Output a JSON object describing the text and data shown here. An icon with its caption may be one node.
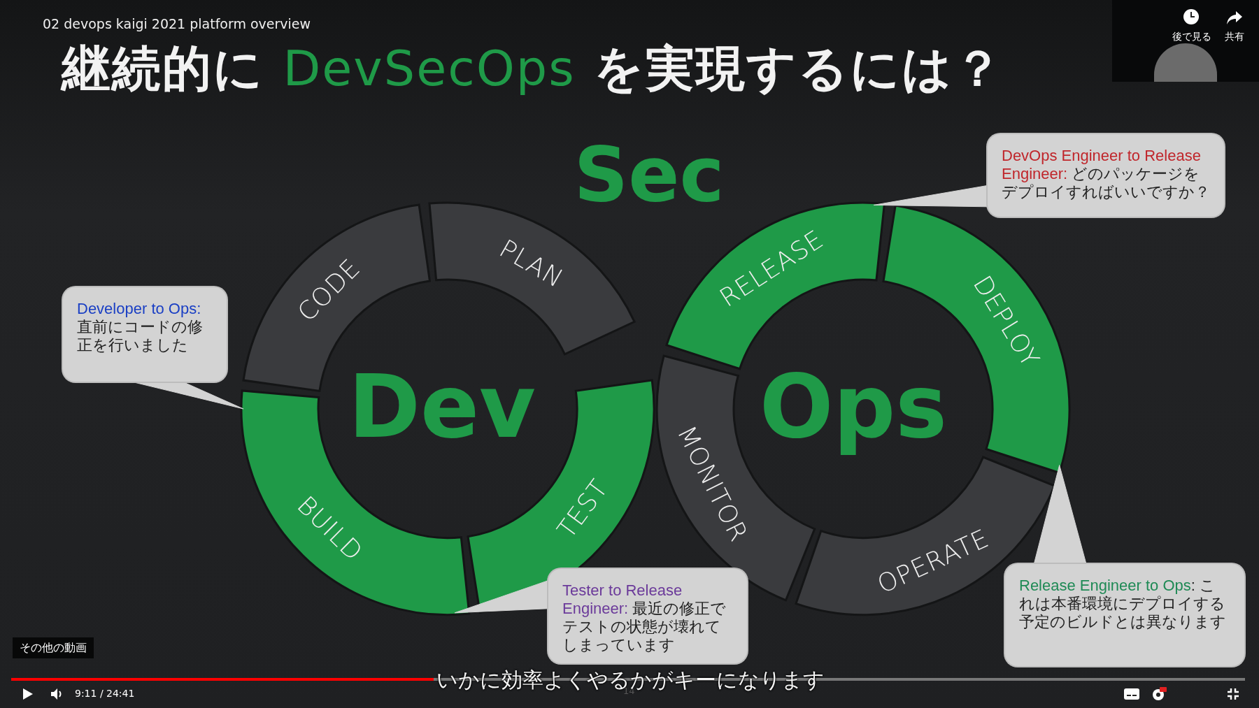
{
  "diagram": {
    "title": "継続的に **DevSecOps** を実現するには？",
    "nodes": [
      {
        "text": [
          "CODE"
        ]
      },
      {
        "text": [
          "PLAN"
        ]
      },
      {
        "text": [
          "RELEASE"
        ]
      },
      {
        "text": [
          "DEPLOY"
        ]
      },
      {
        "text": [
          "BUILD"
        ]
      },
      {
        "text": [
          "TEST"
        ]
      },
      {
        "text": [
          "MONITOR"
        ]
      },
      {
        "text": [
          "OPERATE"
        ]
      },
      {
        "text": [
          "**DevOps Engineer to Release Engineer:** どのパッケージをデプロイすればいいですか？"
        ]
      },
      {
        "text": [
          "**Developer to Ops:** 直前にコードの修正を行いました"
        ]
      },
      {
        "text": [
          "**Tester to Release Engineer:** 最近の修正でテストの状態が壊れてしまっています"
        ]
      },
      {
        "text": [
          "**Release Engineer to Ops**: これは本番環境にデプロイする予定のビルドとは異なります"
        ]
      }
    ],
    "edges": [
      {
        "from": 9,
        "to": 4,
        "arrow": "none"
      },
      {
        "from": 8,
        "to": 2,
        "arrow": "none"
      },
      {
        "from": 10,
        "to": 4,
        "arrow": "none"
      },
      {
        "from": 11,
        "to": 3,
        "arrow": "none"
      }
    ],
    "labels": [
      "02 devops kaigi 2021 platform overview",
      "Sec",
      "Dev",
      "Ops",
      "後で見る",
      "共有",
      "その他の動画",
      "いかに効率よくやるかがキーになります",
      "14",
      "9:11 / 24:41"
    ]
  }
}
